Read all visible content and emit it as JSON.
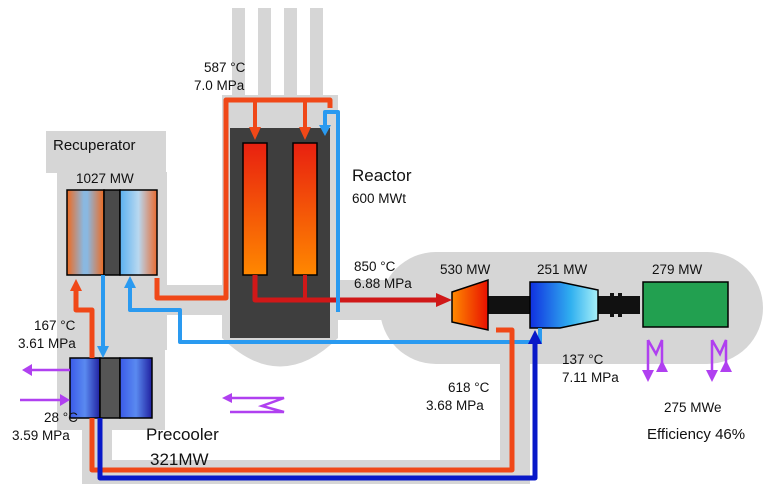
{
  "reactor": {
    "title": "Reactor",
    "power": "600 MWt",
    "inlet_temp": "587 °C",
    "inlet_pressure": "7.0 MPa",
    "outlet_temp": "850 °C",
    "outlet_pressure": "6.88 MPa"
  },
  "recuperator": {
    "title": "Recuperator",
    "duty": "1027 MW"
  },
  "precooler": {
    "title": "Precooler",
    "duty": "321MW",
    "in_temp": "167 °C",
    "in_pressure": "3.61 MPa",
    "out_temp": "28 °C",
    "out_pressure": "3.59 MPa"
  },
  "turbomachinery": {
    "turbine_power": "530 MW",
    "compressor_power": "251 MW",
    "generator_power": "279 MW",
    "turbine_exhaust_temp": "618 °C",
    "turbine_exhaust_pressure": "3.68 MPa",
    "compressor_outlet_temp": "137 °C",
    "compressor_outlet_pressure": "7.11 MPa",
    "net_output": "275 MWe",
    "efficiency": "Efficiency 46%"
  },
  "colors": {
    "hot_flow": "#f04818",
    "very_hot_flow": "#d01818",
    "cold_flow": "#2a9af0",
    "coldest_flow": "#0818c8",
    "cooling_water": "#b040f0",
    "housing": "#d8d8d8",
    "core": "#404040",
    "generator": "#22a050"
  }
}
